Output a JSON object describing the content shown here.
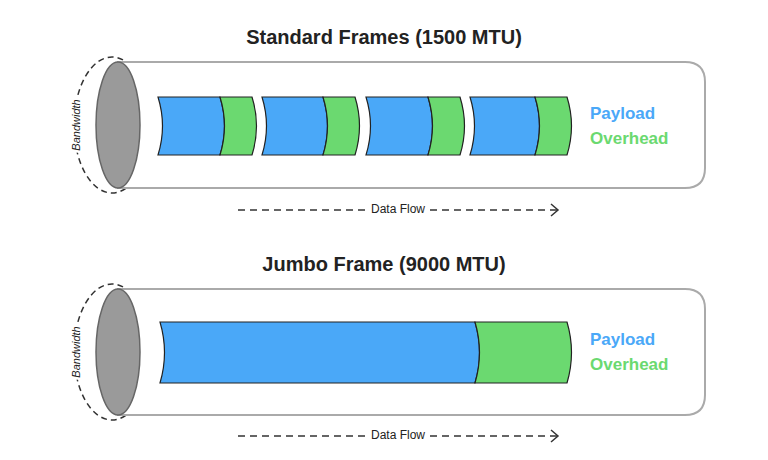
{
  "diagram": {
    "labels": [
      "Standard Frames (1500 MTU)",
      "Bandwidth",
      "Data Flow",
      "Jumbo Frame (9000 MTU)",
      "Bandwidth",
      "Data Flow"
    ],
    "legend": [
      {
        "text": "Payload",
        "color": "#4aa8f8"
      },
      {
        "text": "Overhead",
        "color": "#6bd970"
      },
      {
        "text": "Payload",
        "color": "#4aa8f8"
      },
      {
        "text": "Overhead",
        "color": "#6bd970"
      }
    ]
  }
}
